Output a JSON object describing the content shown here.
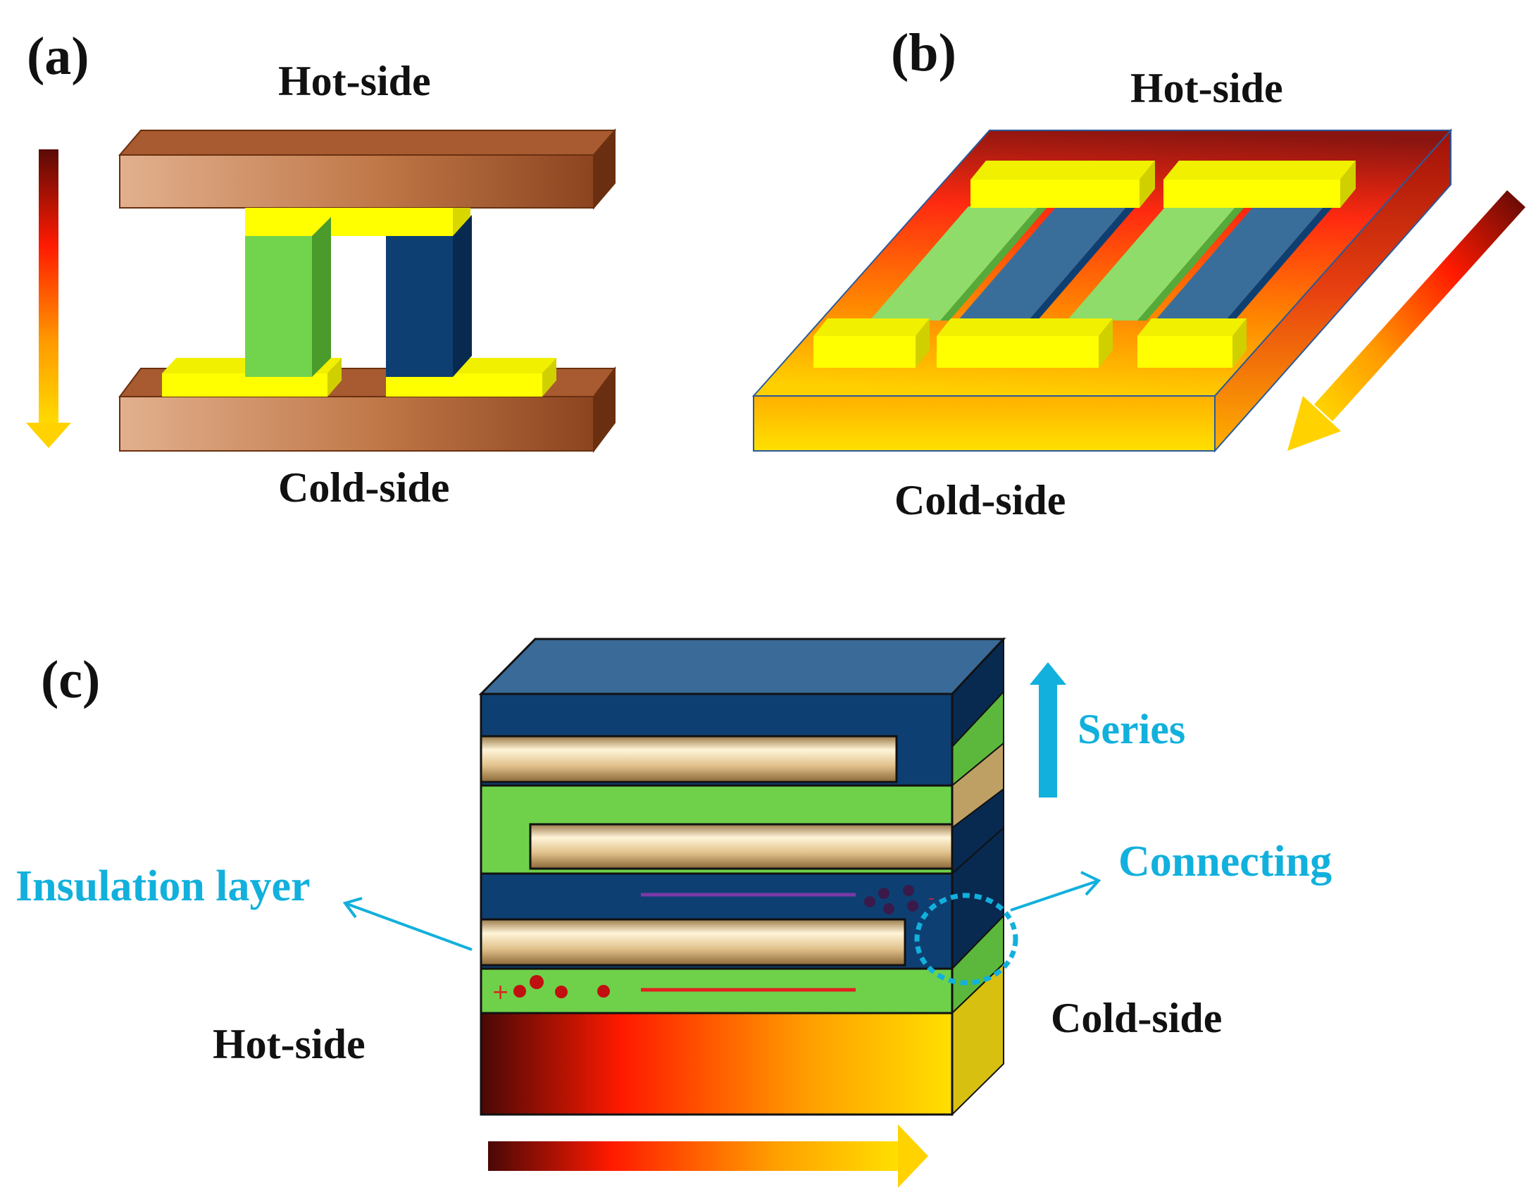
{
  "panel_a": {
    "letter": "(a)",
    "top_label": "Hot-side",
    "bottom_label": "Cold-side"
  },
  "panel_b": {
    "letter": "(b)",
    "top_label": "Hot-side",
    "bottom_label": "Cold-side"
  },
  "panel_c": {
    "letter": "(c)",
    "series_label": "Series",
    "connecting_label": "Connecting",
    "insulation_label": "Insulation layer",
    "hot_label": "Hot-side",
    "cold_label": "Cold-side",
    "plus_sign": "+",
    "minus_sign": "-"
  },
  "colors": {
    "p_type": "#6fd14a",
    "n_type": "#0e3f72",
    "electrode": "#ffff00",
    "copper": "#b0653b",
    "insulation": "#d8b878",
    "accent_text": "#12b0dc"
  }
}
